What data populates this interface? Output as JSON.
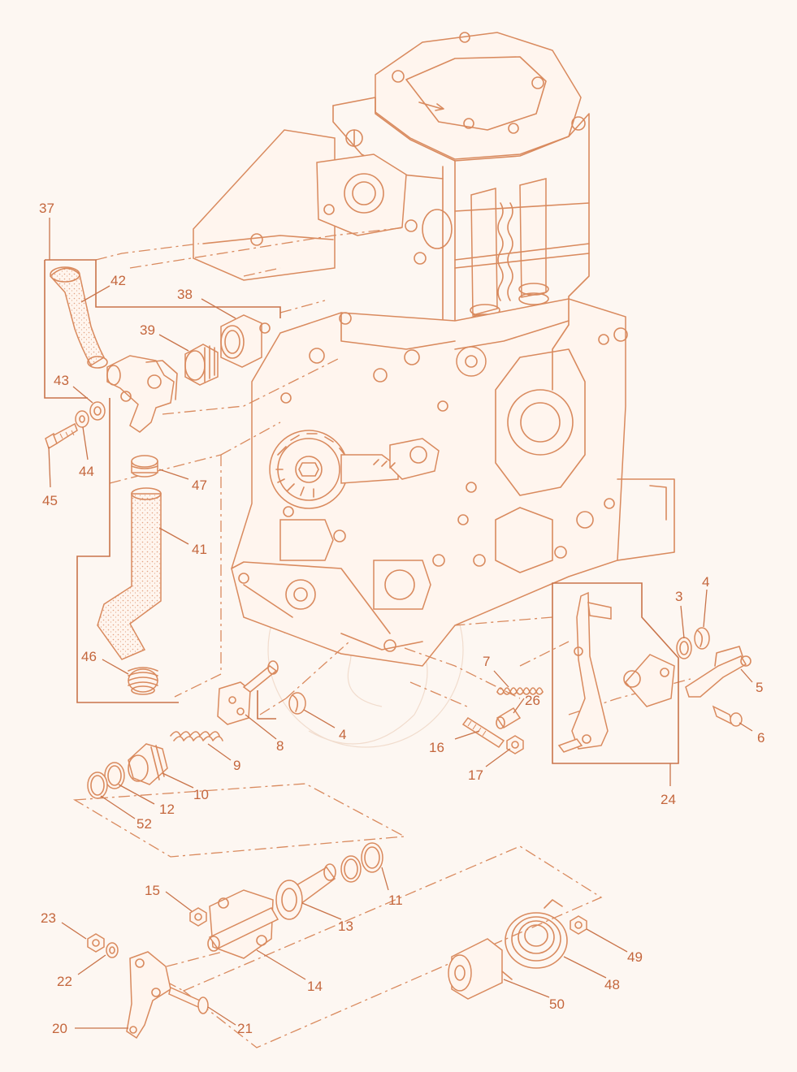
{
  "callouts": [
    {
      "id": "n37",
      "text": "37"
    },
    {
      "id": "n42",
      "text": "42"
    },
    {
      "id": "n38",
      "text": "38"
    },
    {
      "id": "n39",
      "text": "39"
    },
    {
      "id": "n43",
      "text": "43"
    },
    {
      "id": "n44",
      "text": "44"
    },
    {
      "id": "n45",
      "text": "45"
    },
    {
      "id": "n47",
      "text": "47"
    },
    {
      "id": "n41",
      "text": "41"
    },
    {
      "id": "n46",
      "text": "46"
    },
    {
      "id": "n3",
      "text": "3"
    },
    {
      "id": "n4a",
      "text": "4"
    },
    {
      "id": "n5",
      "text": "5"
    },
    {
      "id": "n6",
      "text": "6"
    },
    {
      "id": "n24",
      "text": "24"
    },
    {
      "id": "n7",
      "text": "7"
    },
    {
      "id": "n26",
      "text": "26"
    },
    {
      "id": "n16",
      "text": "16"
    },
    {
      "id": "n17",
      "text": "17"
    },
    {
      "id": "n4b",
      "text": "4"
    },
    {
      "id": "n8",
      "text": "8"
    },
    {
      "id": "n9",
      "text": "9"
    },
    {
      "id": "n10",
      "text": "10"
    },
    {
      "id": "n12",
      "text": "12"
    },
    {
      "id": "n52",
      "text": "52"
    },
    {
      "id": "n11",
      "text": "11"
    },
    {
      "id": "n13",
      "text": "13"
    },
    {
      "id": "n14",
      "text": "14"
    },
    {
      "id": "n15",
      "text": "15"
    },
    {
      "id": "n23",
      "text": "23"
    },
    {
      "id": "n22",
      "text": "22"
    },
    {
      "id": "n20",
      "text": "20"
    },
    {
      "id": "n21",
      "text": "21"
    },
    {
      "id": "n49",
      "text": "49"
    },
    {
      "id": "n48",
      "text": "48"
    },
    {
      "id": "n50",
      "text": "50"
    }
  ],
  "colors": {
    "line": "#d98a5e",
    "label": "#c4663c",
    "background": "#fdf7f2"
  }
}
